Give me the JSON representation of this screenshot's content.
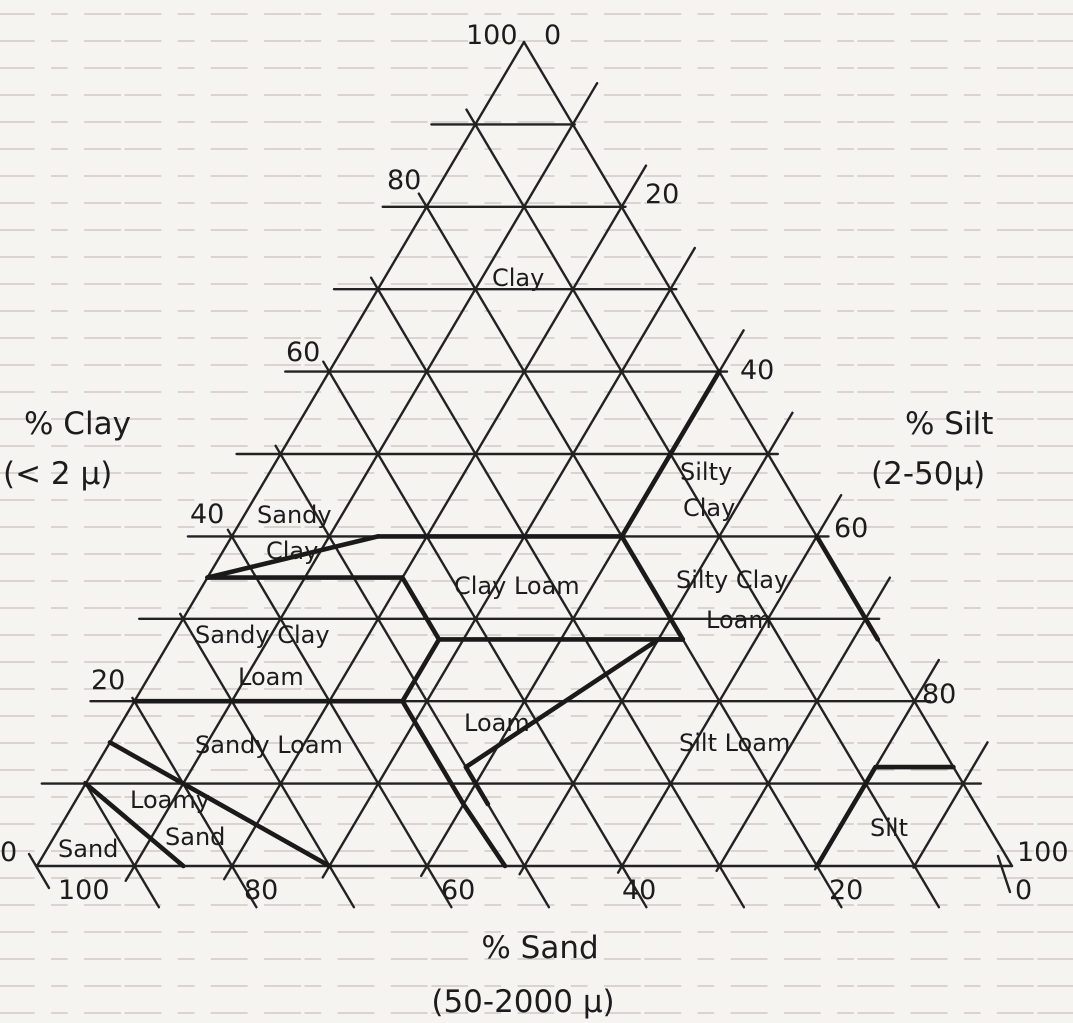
{
  "diagram": {
    "axes": {
      "clay": {
        "title": "% Clay",
        "range": "(< 2 μ)",
        "ticks": [
          "100",
          "80",
          "60",
          "40",
          "20",
          "0"
        ]
      },
      "silt": {
        "title": "% Silt",
        "range": "(2-50μ)",
        "ticks": [
          "0",
          "20",
          "40",
          "60",
          "80",
          "100"
        ]
      },
      "sand": {
        "title": "% Sand",
        "range": "(50-2000 μ)",
        "ticks": [
          "100",
          "80",
          "60",
          "40",
          "20",
          "0"
        ]
      }
    },
    "regions": [
      {
        "id": "clay",
        "label": "Clay"
      },
      {
        "id": "silty-clay",
        "label_lines": [
          "Silty",
          "Clay"
        ]
      },
      {
        "id": "sandy-clay",
        "label_lines": [
          "Sandy",
          "Clay"
        ]
      },
      {
        "id": "clay-loam",
        "label": "Clay Loam"
      },
      {
        "id": "silty-clay-loam",
        "label_lines": [
          "Silty Clay",
          "Loam"
        ]
      },
      {
        "id": "sandy-clay-loam",
        "label_lines": [
          "Sandy Clay",
          "Loam"
        ]
      },
      {
        "id": "loam",
        "label": "Loam"
      },
      {
        "id": "silt-loam",
        "label": "Silt Loam"
      },
      {
        "id": "sandy-loam",
        "label": "Sandy Loam"
      },
      {
        "id": "loamy-sand",
        "label_lines": [
          "Loamy",
          "Sand"
        ]
      },
      {
        "id": "sand",
        "label": "Sand"
      },
      {
        "id": "silt",
        "label": "Silt"
      }
    ]
  }
}
